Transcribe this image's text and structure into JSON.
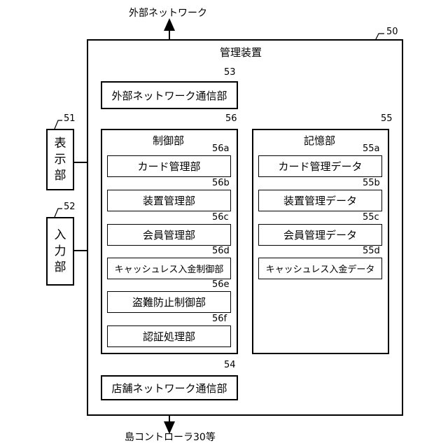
{
  "external_network": "外部ネットワーク",
  "island_controller": "島コントローラ30等",
  "management_device": {
    "ref": "50",
    "title": "管理装置"
  },
  "external_comm": {
    "ref": "53",
    "label": "外部ネットワーク通信部"
  },
  "store_comm": {
    "ref": "54",
    "label": "店舗ネットワーク通信部"
  },
  "display": {
    "ref": "51",
    "label": [
      "表",
      "示",
      "部"
    ]
  },
  "input": {
    "ref": "52",
    "label": [
      "入",
      "力",
      "部"
    ]
  },
  "control": {
    "ref": "56",
    "title": "制御部",
    "items": [
      {
        "ref": "56a",
        "label": "カード管理部"
      },
      {
        "ref": "56b",
        "label": "装置管理部"
      },
      {
        "ref": "56c",
        "label": "会員管理部"
      },
      {
        "ref": "56d",
        "label": "キャッシュレス入金制御部"
      },
      {
        "ref": "56e",
        "label": "盗難防止制御部"
      },
      {
        "ref": "56f",
        "label": "認証処理部"
      }
    ]
  },
  "storage": {
    "ref": "55",
    "title": "記憶部",
    "items": [
      {
        "ref": "55a",
        "label": "カード管理データ"
      },
      {
        "ref": "55b",
        "label": "装置管理データ"
      },
      {
        "ref": "55c",
        "label": "会員管理データ"
      },
      {
        "ref": "55d",
        "label": "キャッシュレス入金データ"
      }
    ]
  }
}
